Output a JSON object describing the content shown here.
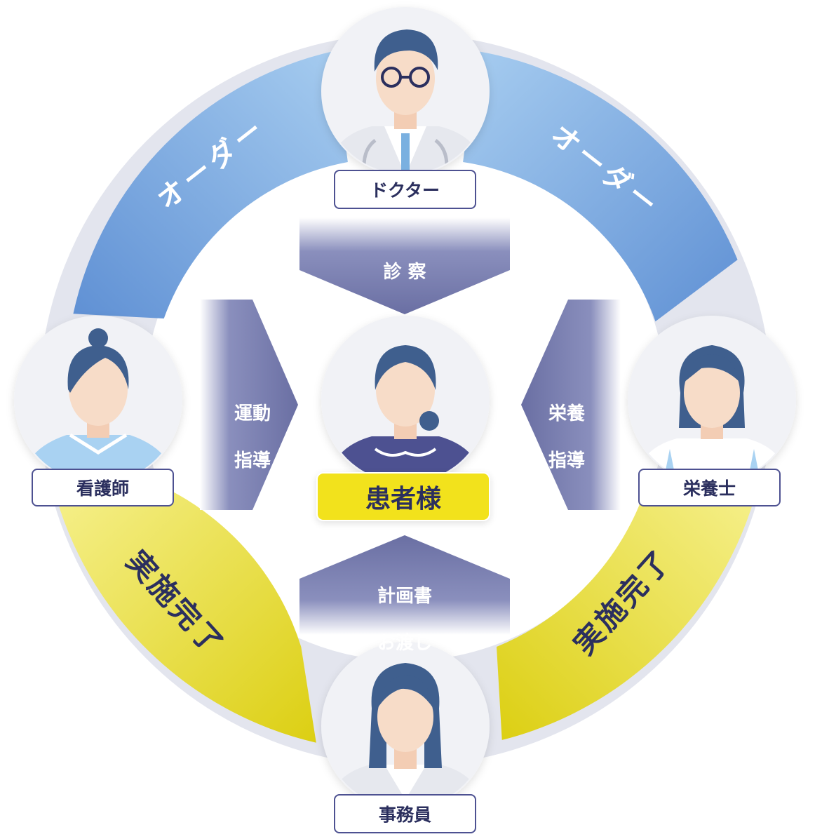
{
  "roles": {
    "doctor": "ドクター",
    "nurse": "看護師",
    "nutritionist": "栄養士",
    "clerk": "事務員",
    "patient": "患者様"
  },
  "ring": {
    "order_left": "オーダー",
    "order_right": "オーダー",
    "done_left": "実施完了",
    "done_right": "実施完了"
  },
  "arrows": {
    "top": "診 察",
    "left_line1": "運動",
    "left_line2": "指導",
    "right_line1": "栄養",
    "right_line2": "指導",
    "bottom_line1": "計画書",
    "bottom_line2": "お渡し"
  },
  "colors": {
    "ring_blue": "#7aa9de",
    "ring_yellow": "#e8dc3a",
    "ring_gray": "#e3e5ee",
    "arrow": "#6a6fa3",
    "navy": "#2b2f5e",
    "hair": "#3f5f8e",
    "skin": "#f7dcc8"
  }
}
